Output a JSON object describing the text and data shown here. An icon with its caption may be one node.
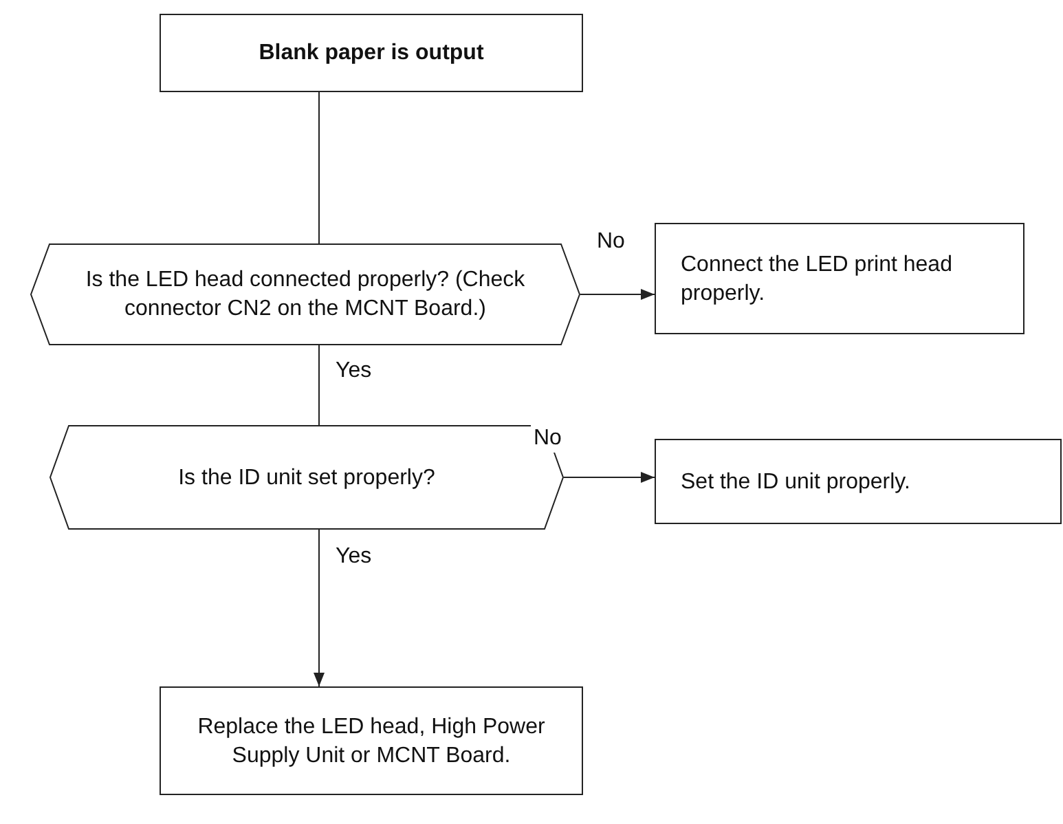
{
  "diagram": {
    "nodes": [
      {
        "text": [
          "Blank paper is output"
        ]
      },
      {
        "text": [
          "Is the LED head connected properly? (Check connector CN2 on the MCNT Board.)"
        ]
      },
      {
        "text": [
          "Connect the LED print head properly."
        ]
      },
      {
        "text": [
          "Is the ID unit set properly?"
        ]
      },
      {
        "text": [
          "Set the ID unit properly."
        ]
      },
      {
        "text": [
          "Replace the LED head, High Power Supply Unit or MCNT Board."
        ]
      }
    ],
    "edges": [
      {
        "from": 0,
        "to": 1,
        "arrow": "none"
      },
      {
        "from": 1,
        "to": 2,
        "arrow": "to",
        "label": "No"
      },
      {
        "from": 1,
        "to": 3,
        "arrow": "none",
        "label": "Yes"
      },
      {
        "from": 3,
        "to": 4,
        "arrow": "to",
        "label": "No"
      },
      {
        "from": 3,
        "to": 5,
        "arrow": "to",
        "label": "Yes"
      }
    ]
  }
}
